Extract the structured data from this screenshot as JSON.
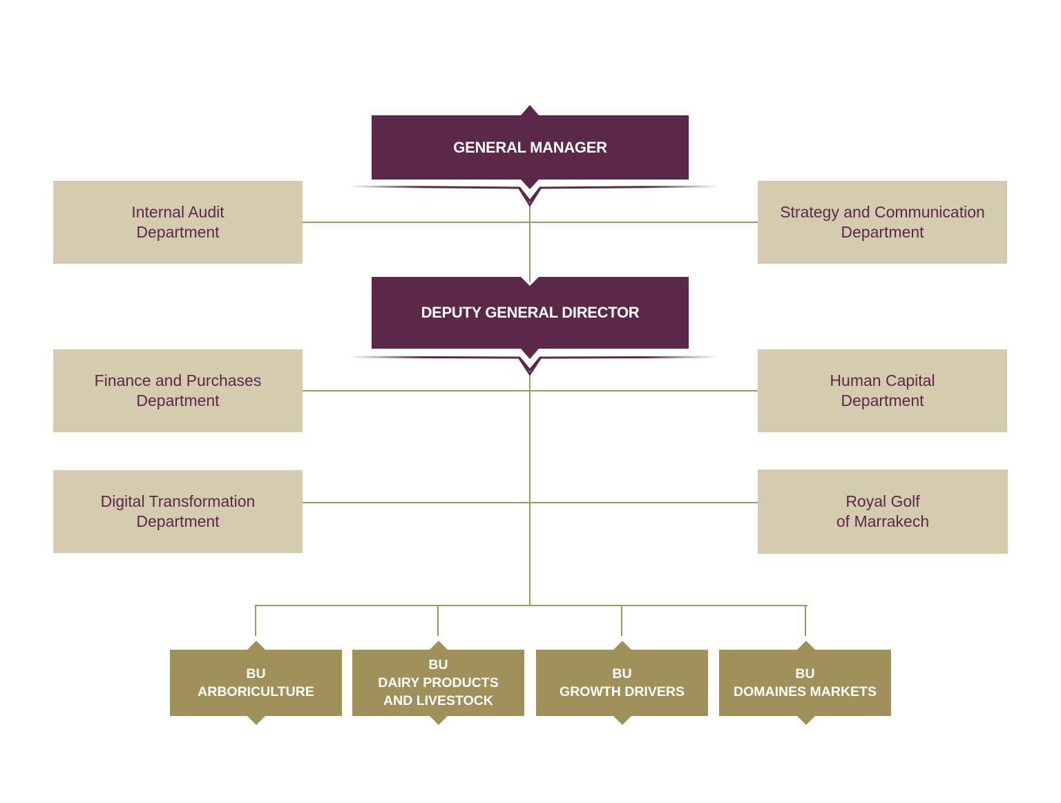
{
  "org_chart": {
    "colors": {
      "executive": "#5c2849",
      "department": "#d5ccb0",
      "department_text": "#5a2848",
      "business_unit": "#a0905a",
      "connector": "#a39463"
    },
    "general_manager": {
      "label": "GENERAL MANAGER"
    },
    "deputy": {
      "label": "DEPUTY GENERAL DIRECTOR"
    },
    "staff_departments_gm": [
      {
        "label": "Internal Audit\nDepartment",
        "side": "left"
      },
      {
        "label": "Strategy and Communication\nDepartment",
        "side": "right"
      }
    ],
    "departments_deputy": [
      {
        "label": "Finance and Purchases\nDepartment",
        "side": "left"
      },
      {
        "label": "Human Capital\nDepartment",
        "side": "right"
      },
      {
        "label": "Digital Transformation\nDepartment",
        "side": "left"
      },
      {
        "label": "Royal Golf\nof Marrakech",
        "side": "right"
      }
    ],
    "business_units": [
      {
        "label": "BU\nARBORICULTURE"
      },
      {
        "label": "BU\nDAIRY PRODUCTS\nAND LIVESTOCK"
      },
      {
        "label": "BU\nGROWTH DRIVERS"
      },
      {
        "label": "BU\nDOMAINES MARKETS"
      }
    ]
  }
}
